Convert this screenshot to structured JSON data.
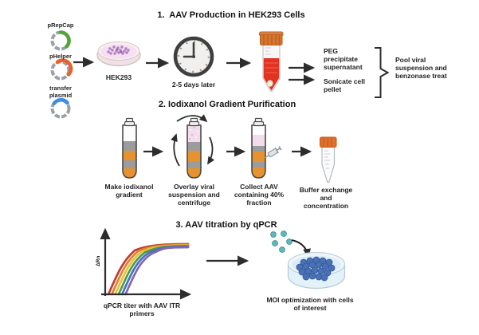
{
  "section1": {
    "title": "1.  AAV Production in HEK293 Cells",
    "plasmids": [
      {
        "label": "pRepCap",
        "arc_color": "#55a33b"
      },
      {
        "label": "pHelper",
        "arc_color": "#e8622a"
      },
      {
        "label": "transfer plasmid",
        "arc_color": "#3e8ee0"
      }
    ],
    "dish_label": "HEK293",
    "clock_label": "2-5 days later",
    "peg_label": "PEG precipitate supernatant",
    "sonicate_label": "Sonicate cell pellet",
    "pool_label": "Pool viral suspension and benzonase treat"
  },
  "section2": {
    "title": "2. Iodixanol Gradient Purification",
    "step1_label": "Make iodixanol gradient",
    "step2_label": "Overlay viral suspension and centrifuge",
    "step3_label": "Collect AAV containing 40% fraction",
    "step4_label": "Buffer exchange and concentration"
  },
  "section3": {
    "title": "3. AAV titration by qPCR",
    "axis_y_label": "ΔRn",
    "graph_caption": "qPCR titer with AAV ITR primers",
    "moi_label": "MOI optimization with cells of interest"
  },
  "chart_data": {
    "type": "line",
    "title": "qPCR amplification curves (schematic sigmoids, serial dilutions)",
    "xlabel": "",
    "ylabel": "ΔRn",
    "axes_unlabeled": true,
    "grid": false,
    "legend": "none",
    "series": [
      {
        "name": "dilution-1",
        "color": "#c23b2e",
        "relative_ct_shift": 0
      },
      {
        "name": "dilution-2",
        "color": "#e2802c",
        "relative_ct_shift": 1
      },
      {
        "name": "dilution-3",
        "color": "#e8c235",
        "relative_ct_shift": 2
      },
      {
        "name": "dilution-4",
        "color": "#4f9c47",
        "relative_ct_shift": 3
      },
      {
        "name": "dilution-5",
        "color": "#4273c8",
        "relative_ct_shift": 4
      },
      {
        "name": "dilution-6",
        "color": "#8766ab",
        "relative_ct_shift": 5
      }
    ]
  },
  "colors": {
    "text": "#1f1f1f",
    "arrow": "#2d2d2d",
    "plasmid_ring": "#9aa2a8",
    "cap_orange": "#d6752f",
    "lysate_red": "#e23222",
    "iodixanol_orange": "#e6922f",
    "band_gray": "#9c9c9c",
    "viral_pink": "#f3dcec",
    "teal_virus": "#62b9bd",
    "cell_blue": "#4a70b5",
    "hek_purple": "#b27fc4"
  },
  "icons": {
    "plasmid-icon": "circular plasmid map with colored insert arc",
    "petri-dish-icon": "petri dish with cells",
    "clock-icon": "clock face",
    "falcon-tube-icon": "conical centrifuge tube",
    "ultracentrifuge-tube-icon": "tube with density gradient bands",
    "syringe-icon": "syringe puncturing tube",
    "centrifuge-arrows-icon": "circular rotation arrows",
    "virus-particles-icon": "scattered viral particles",
    "brace-icon": "grouping curly brace",
    "arrow-icon": "workflow step arrow"
  }
}
